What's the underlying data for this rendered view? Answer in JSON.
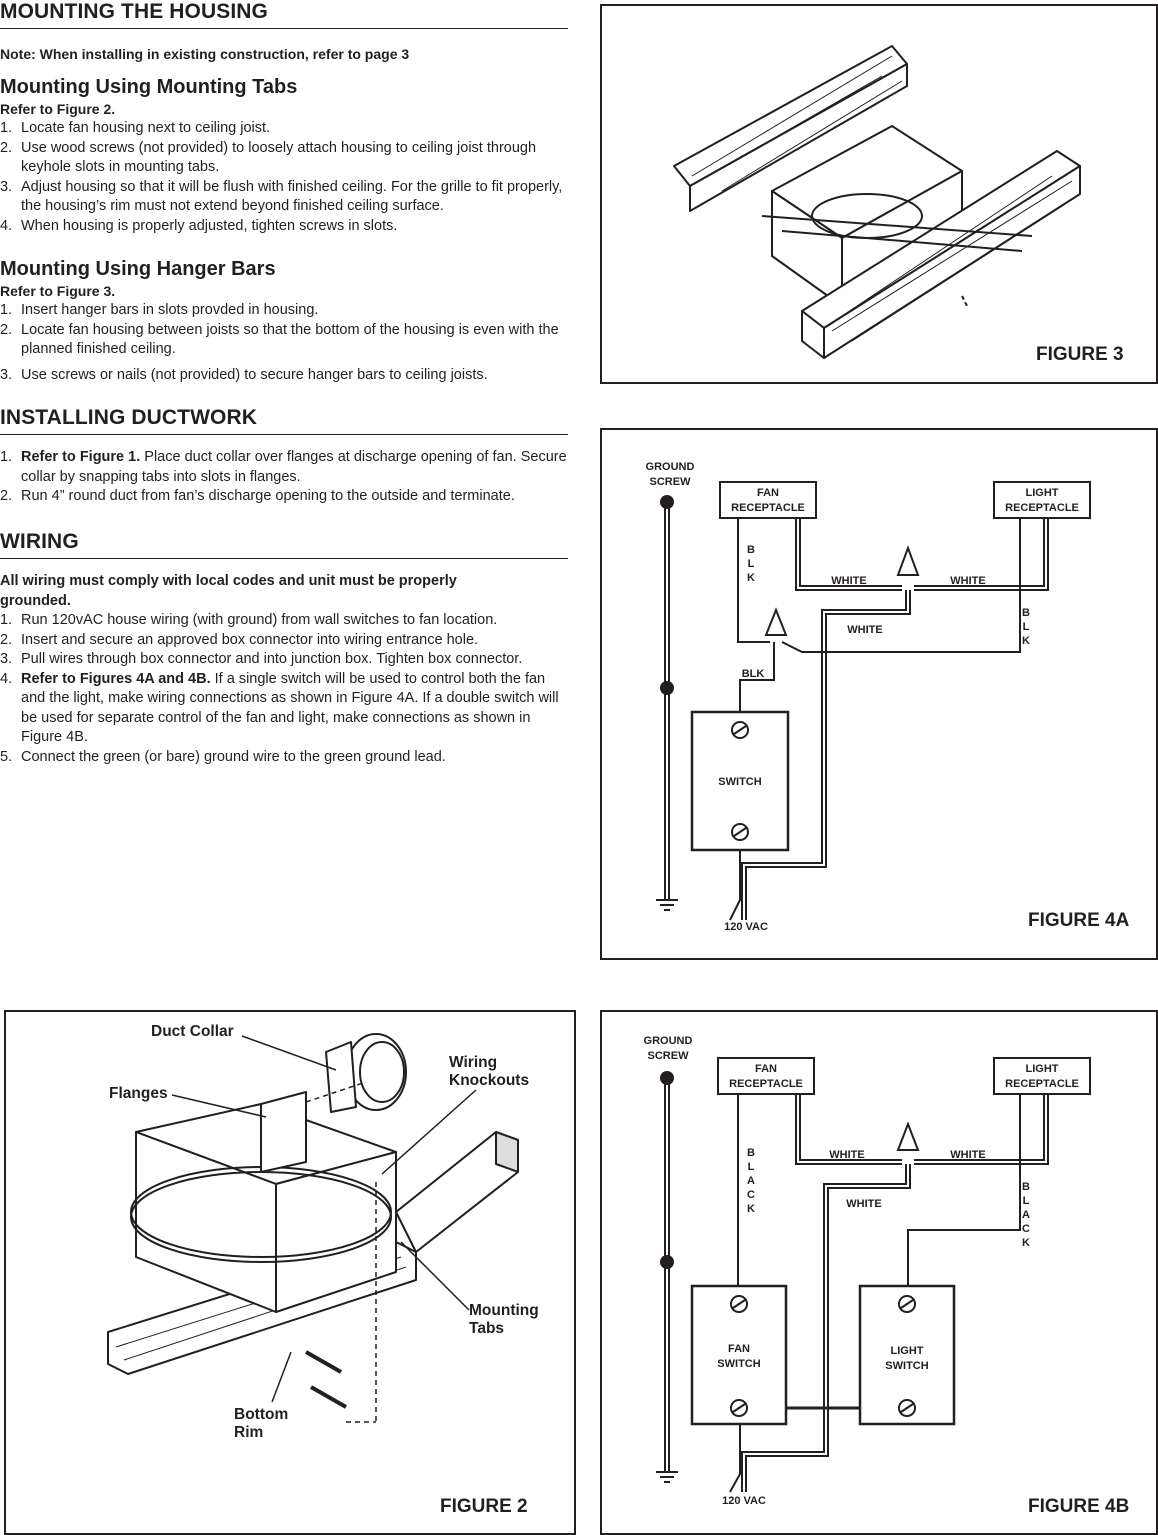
{
  "mounting": {
    "title": "MOUNTING THE HOUSING",
    "note": "Note: When installing in existing construction, refer to page 3",
    "tabs": {
      "title": "Mounting Using Mounting Tabs",
      "ref": "Refer to Figure 2.",
      "steps": [
        {
          "n": "1.",
          "text": "Locate fan housing next to ceiling joist."
        },
        {
          "n": "2.",
          "text": "Use wood screws (not provided) to loosely attach housing to ceiling joist through keyhole slots in mounting tabs."
        },
        {
          "n": "3.",
          "text": "Adjust housing so that it will be flush with finished ceiling. For the grille to fit properly, the housing’s rim must not extend beyond finished ceiling surface."
        },
        {
          "n": "4.",
          "text": "When housing is properly adjusted, tighten screws in slots."
        }
      ]
    },
    "hangers": {
      "title": "Mounting Using Hanger Bars",
      "ref": "Refer to Figure 3.",
      "steps": [
        {
          "n": "1.",
          "text": "Insert hanger bars in slots provded in housing."
        },
        {
          "n": "2.",
          "text": "Locate fan housing between joists so that the bottom of the housing is even with the planned finished ceiling."
        },
        {
          "n": "3.",
          "text": "Use screws or nails (not provided) to secure hanger bars to ceiling joists."
        }
      ]
    }
  },
  "ductwork": {
    "title": "INSTALLING DUCTWORK",
    "steps": [
      {
        "n": "1.",
        "lead": "Refer to Figure 1.",
        "text": " Place duct collar over flanges at discharge opening of fan. Secure collar by snapping tabs into slots in flanges."
      },
      {
        "n": "2.",
        "lead": "",
        "text": "Run 4” round duct from fan’s discharge opening to the outside and terminate."
      }
    ]
  },
  "wiring": {
    "title": "WIRING",
    "intro": "All wiring must comply with local codes and unit must be properly grounded.",
    "steps": [
      {
        "n": "1.",
        "lead": "",
        "text": "Run 120vAC house wiring (with ground) from wall switches to fan location."
      },
      {
        "n": "2.",
        "lead": "",
        "text": "Insert and secure an approved box connector into wiring entrance hole."
      },
      {
        "n": "3.",
        "lead": "",
        "text": "Pull wires through box connector and into junction box. Tighten box connector."
      },
      {
        "n": "4.",
        "lead": "Refer to Figures 4A and 4B.",
        "text": " If a single switch will be used to control both the fan and the light, make wiring connections as shown in Figure 4A. If a double switch will be used for separate control of the fan and light, make connections as shown in Figure 4B."
      },
      {
        "n": "5.",
        "lead": "",
        "text": "Connect the green (or bare) ground wire to the green ground lead."
      }
    ]
  },
  "figures": {
    "fig3": {
      "label": "FIGURE 3"
    },
    "fig4a": {
      "label": "FIGURE 4A",
      "ground1": "GROUND",
      "ground2": "SCREW",
      "fan1": "FAN",
      "fan2": "RECEPTACLE",
      "light1": "LIGHT",
      "light2": "RECEPTACLE",
      "white": "WHITE",
      "blk_letters": [
        "B",
        "L",
        "K"
      ],
      "blk": "BLK",
      "switch": "SWITCH",
      "vac": "120 VAC"
    },
    "fig4b": {
      "label": "FIGURE 4B",
      "ground1": "GROUND",
      "ground2": "SCREW",
      "fan1": "FAN",
      "fan2": "RECEPTACLE",
      "light1": "LIGHT",
      "light2": "RECEPTACLE",
      "white": "WHITE",
      "black_letters": [
        "B",
        "L",
        "A",
        "C",
        "K"
      ],
      "fan_switch1": "FAN",
      "fan_switch2": "SWITCH",
      "light_switch1": "LIGHT",
      "light_switch2": "SWITCH",
      "vac": "120 VAC"
    },
    "fig2": {
      "label": "FIGURE 2",
      "duct_collar": "Duct Collar",
      "flanges": "Flanges",
      "wiring1": "Wiring",
      "wiring2": "Knockouts",
      "mounting1": "Mounting",
      "mounting2": "Tabs",
      "bottom1": "Bottom",
      "bottom2": "Rim"
    }
  }
}
